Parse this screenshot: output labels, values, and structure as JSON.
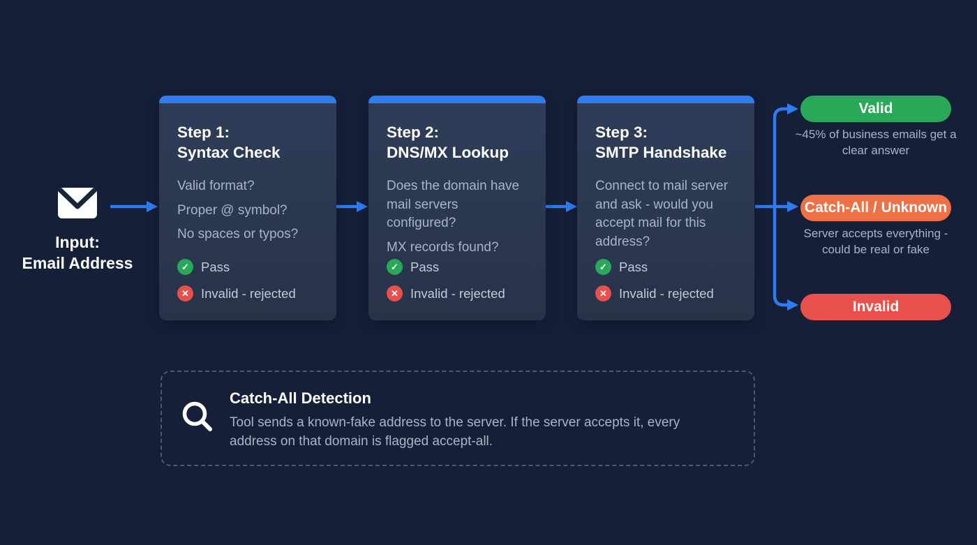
{
  "colors": {
    "background": "#151f38",
    "card_top": "#2f3d59",
    "card_bottom": "#273349",
    "accent": "#2e7cf0",
    "green": "#2aa85a",
    "orange": "#ee7044",
    "red": "#e9504b",
    "text_primary": "#ffffff",
    "text_secondary": "#a9b4c6",
    "text_status": "#c3cbd8",
    "dash_border": "#4a5a75",
    "flap_dark": "#1b2438"
  },
  "input": {
    "label_line1": "Input:",
    "label_line2": "Email Address",
    "icon": "envelope-icon"
  },
  "steps": [
    {
      "title_line1": "Step 1:",
      "title_line2": "Syntax Check",
      "questions": [
        "Valid format?",
        "Proper @ symbol?",
        "No spaces or typos?"
      ],
      "pass_label": "Pass",
      "fail_label": "Invalid - rejected",
      "pass_icon": "check-icon",
      "fail_icon": "cross-icon"
    },
    {
      "title_line1": "Step 2:",
      "title_line2": "DNS/MX Lookup",
      "questions": [
        "Does the domain have mail servers configured?",
        "MX records found?"
      ],
      "pass_label": "Pass",
      "fail_label": "Invalid - rejected",
      "pass_icon": "check-icon",
      "fail_icon": "cross-icon"
    },
    {
      "title_line1": "Step 3:",
      "title_line2": "SMTP Handshake",
      "questions": [
        "Connect to mail server and ask - would you accept mail for this address?"
      ],
      "pass_label": "Pass",
      "fail_label": "Invalid - rejected",
      "pass_icon": "check-icon",
      "fail_icon": "cross-icon"
    }
  ],
  "outcomes": [
    {
      "label": "Valid",
      "caption": "~45% of business emails get a clear answer",
      "color_key": "green"
    },
    {
      "label": "Catch-All / Unknown",
      "caption": "Server accepts everything - could be real or fake",
      "color_key": "orange"
    },
    {
      "label": "Invalid",
      "caption": "",
      "color_key": "red"
    }
  ],
  "note": {
    "title": "Catch-All Detection",
    "body": "Tool sends a known-fake address to the server. If the server accepts it, every address on that domain is flagged accept-all.",
    "icon": "magnifier-icon"
  },
  "glyphs": {
    "check": "✓",
    "cross": "✕"
  }
}
